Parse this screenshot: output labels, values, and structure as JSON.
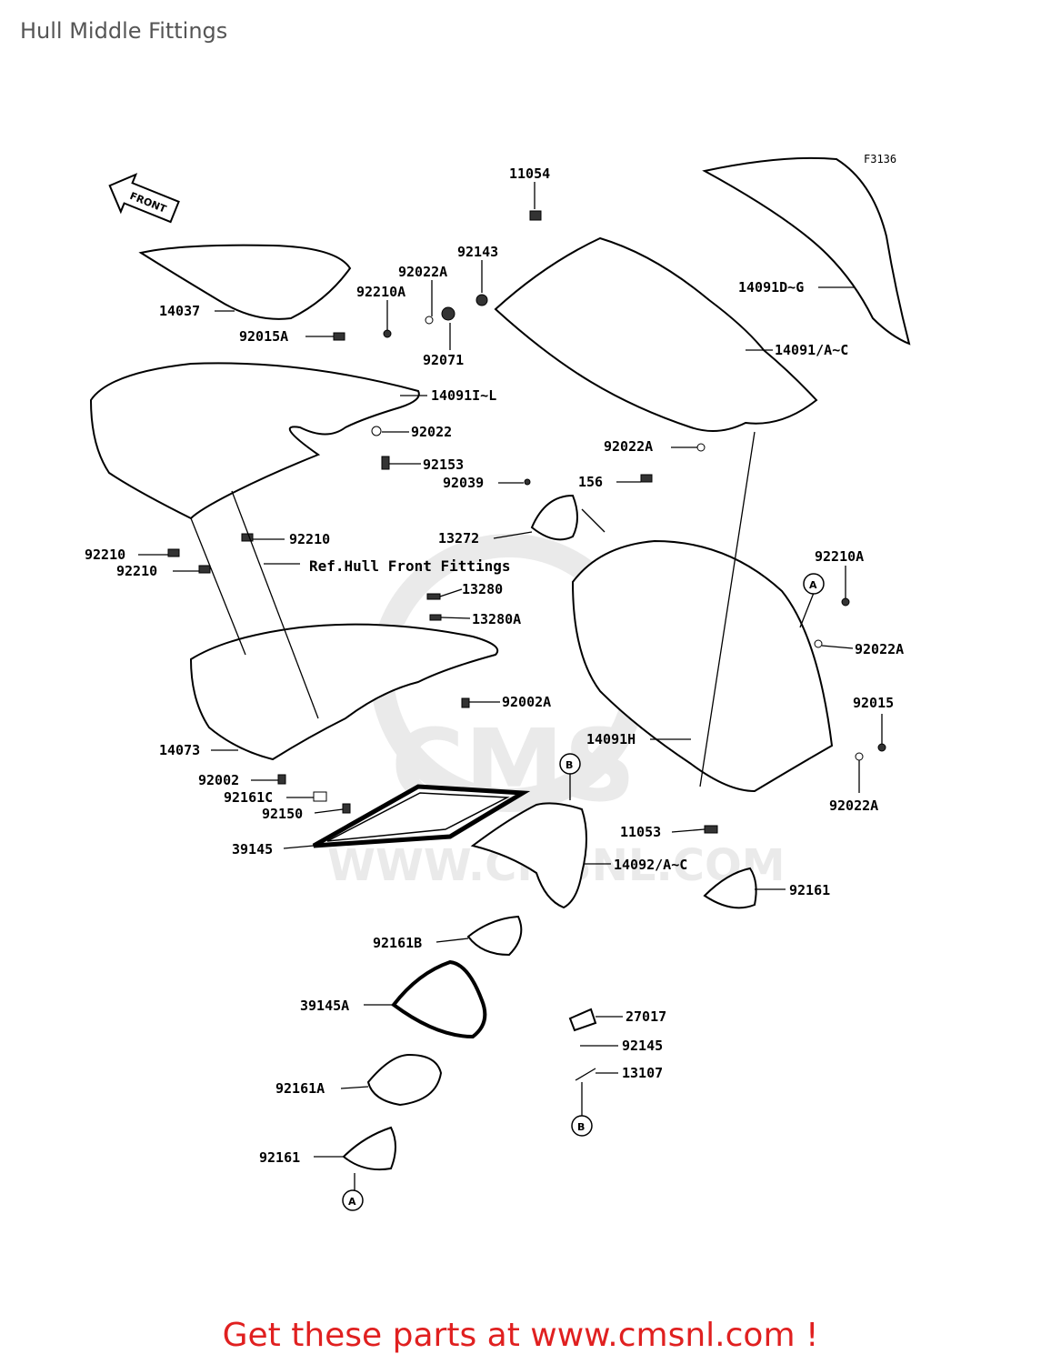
{
  "page": {
    "title": "Hull Middle Fittings",
    "code": "F3136",
    "footer": "Get these parts at www.cmsnl.com !"
  },
  "watermark": {
    "brand": "CMS",
    "url": "WWW.CMSNL.COM"
  },
  "front_arrow": "FRONT",
  "ref_note": "Ref.Hull Front Fittings",
  "labels": {
    "p11054": "11054",
    "p92143": "92143",
    "p92022A_1": "92022A",
    "p92210A_1": "92210A",
    "p14037": "14037",
    "p92015A": "92015A",
    "p92071": "92071",
    "p14091DG": "14091D~G",
    "p14091AC": "14091/A~C",
    "p14091IL": "14091I~L",
    "p92022": "92022",
    "p92153": "92153",
    "p92022A_2": "92022A",
    "p156": "156",
    "p92039": "92039",
    "p13272": "13272",
    "p92210_r": "92210",
    "p92210_l1": "92210",
    "p92210_l2": "92210",
    "p13280": "13280",
    "p13280A": "13280A",
    "p92210A_2": "92210A",
    "p92022A_3": "92022A",
    "p92002A": "92002A",
    "p14073": "14073",
    "p92002": "92002",
    "p92161C": "92161C",
    "p92150": "92150",
    "p14091H": "14091H",
    "p92015": "92015",
    "p92022A_4": "92022A",
    "p11053": "11053",
    "p39145": "39145",
    "p14092AC": "14092/A~C",
    "p92161_1": "92161",
    "p92161B": "92161B",
    "p39145A": "39145A",
    "p27017": "27017",
    "p92145": "92145",
    "p13107": "13107",
    "p92161A": "92161A",
    "p92161_2": "92161"
  },
  "refs": {
    "A": "A",
    "B": "B"
  }
}
